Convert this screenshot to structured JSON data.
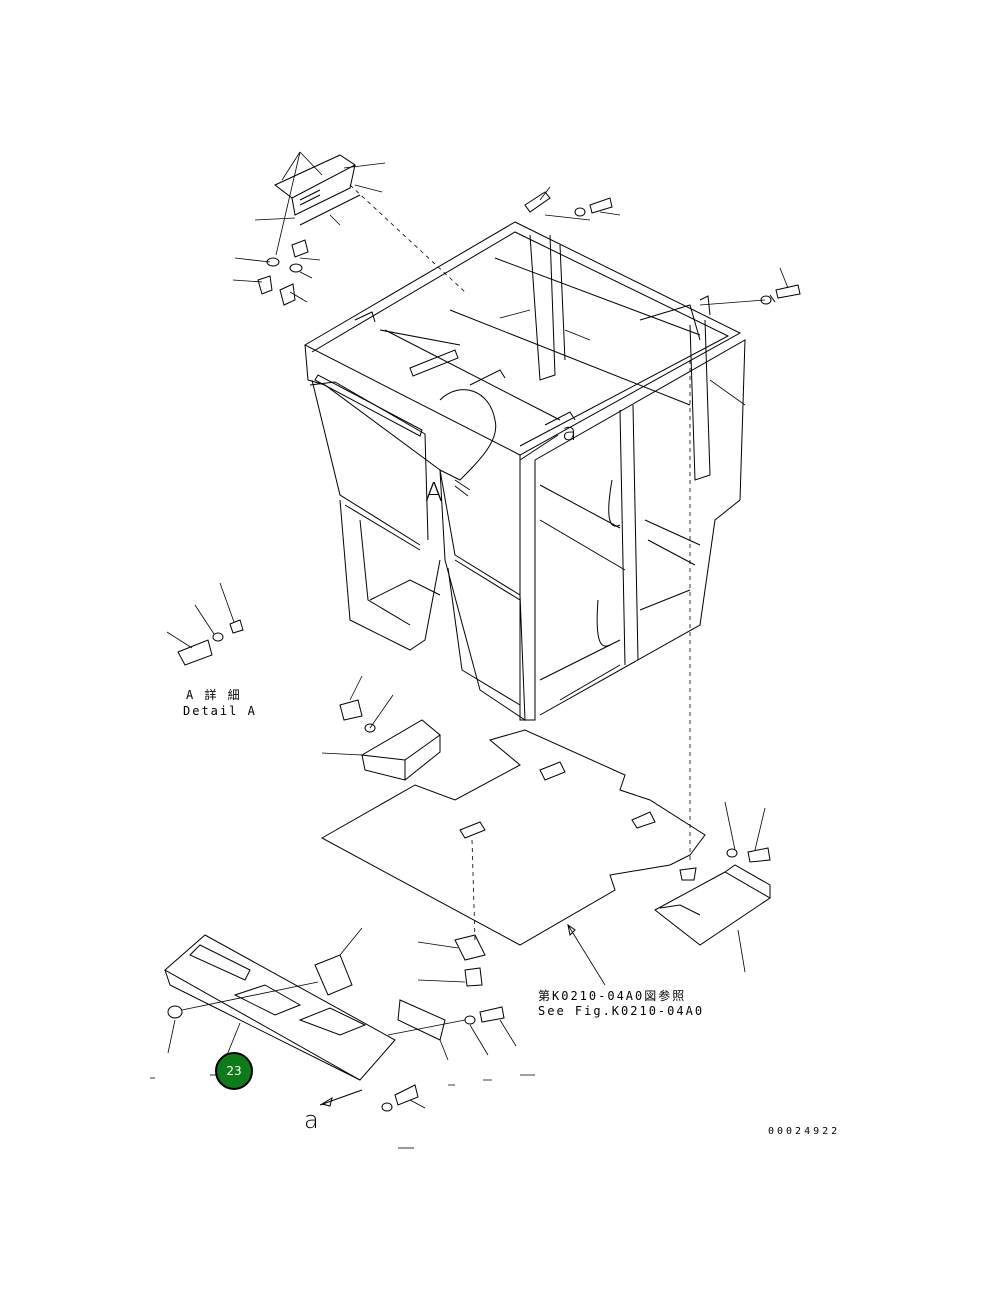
{
  "labels": {
    "view_big_a": "A",
    "view_arrow_a_top": "a",
    "view_arrow_a_bottom": "a",
    "detail_a_jp": "A 詳 細",
    "detail_a_en": "Detail A",
    "see_fig_jp": "第K0210-04A0図参照",
    "see_fig_en": "See Fig.K0210-04A0",
    "drawing_number": "00024922"
  },
  "callouts": [
    {
      "number": "23",
      "color": "#0f7a1a"
    }
  ]
}
